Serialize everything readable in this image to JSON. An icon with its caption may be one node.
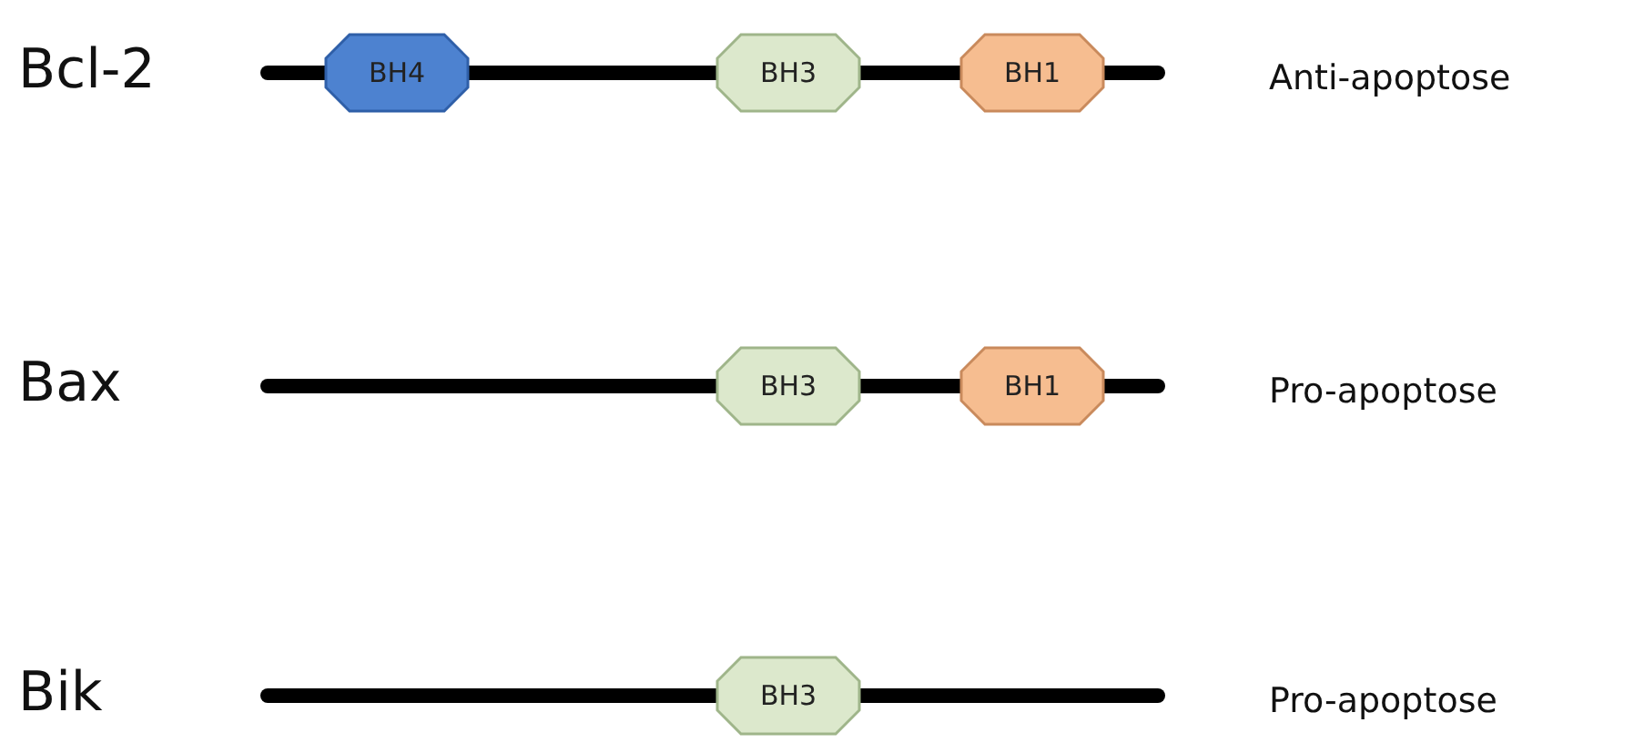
{
  "diagram": {
    "nodes": [
      {
        "text": [
          "BH4"
        ]
      },
      {
        "text": [
          "BH3"
        ]
      },
      {
        "text": [
          "BH1"
        ]
      },
      {
        "text": [
          "BH3"
        ]
      },
      {
        "text": [
          "BH1"
        ]
      },
      {
        "text": [
          "BH3"
        ]
      }
    ],
    "labels": [
      "Bcl-2",
      "Anti-apoptose",
      "Bax",
      "Pro-apoptose",
      "Bik",
      "Pro-apoptose"
    ]
  }
}
